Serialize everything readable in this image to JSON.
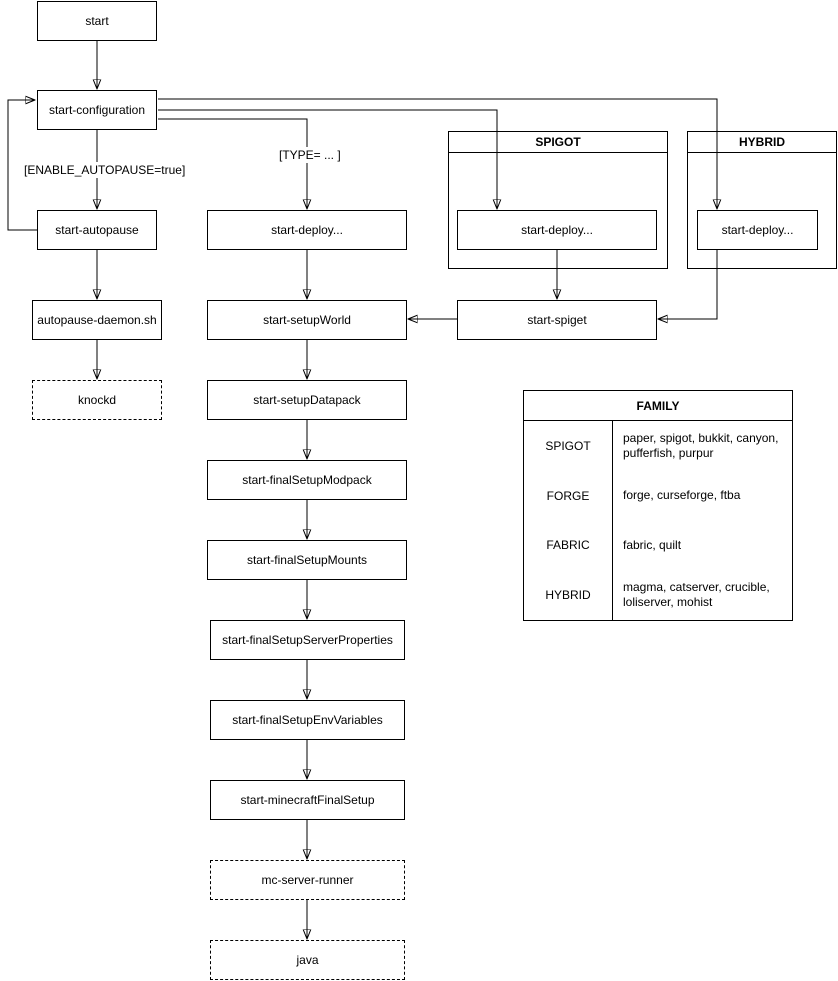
{
  "diagram": {
    "background_color": "#ffffff",
    "line_color": "#000000",
    "nodes": {
      "start": "start",
      "start_configuration": "start-configuration",
      "start_autopause": "start-autopause",
      "autopause_daemon": "autopause-daemon.sh",
      "knockd": "knockd",
      "start_deploy": "start-deploy...",
      "start_deploy_spigot": "start-deploy...",
      "start_deploy_hybrid": "start-deploy...",
      "start_spiget": "start-spiget",
      "start_setup_world": "start-setupWorld",
      "start_setup_datapack": "start-setupDatapack",
      "start_final_setup_modpack": "start-finalSetupModpack",
      "start_final_setup_mounts": "start-finalSetupMounts",
      "start_final_setup_server_properties": "start-finalSetupServerProperties",
      "start_final_setup_env_variables": "start-finalSetupEnvVariables",
      "start_minecraft_final_setup": "start-minecraftFinalSetup",
      "mc_server_runner": "mc-server-runner",
      "java": "java"
    },
    "groups": {
      "spigot": "SPIGOT",
      "hybrid": "HYBRID"
    },
    "edge_labels": {
      "enable_autopause": "[ENABLE_AUTOPAUSE=true]",
      "type": "[TYPE= ... ]"
    }
  },
  "family_table": {
    "title": "FAMILY",
    "rows": [
      {
        "family": "SPIGOT",
        "members": "paper, spigot, bukkit, canyon, pufferfish, purpur"
      },
      {
        "family": "FORGE",
        "members": "forge, curseforge, ftba"
      },
      {
        "family": "FABRIC",
        "members": "fabric, quilt"
      },
      {
        "family": "HYBRID",
        "members": "magma, catserver, crucible, loliserver, mohist"
      }
    ]
  }
}
